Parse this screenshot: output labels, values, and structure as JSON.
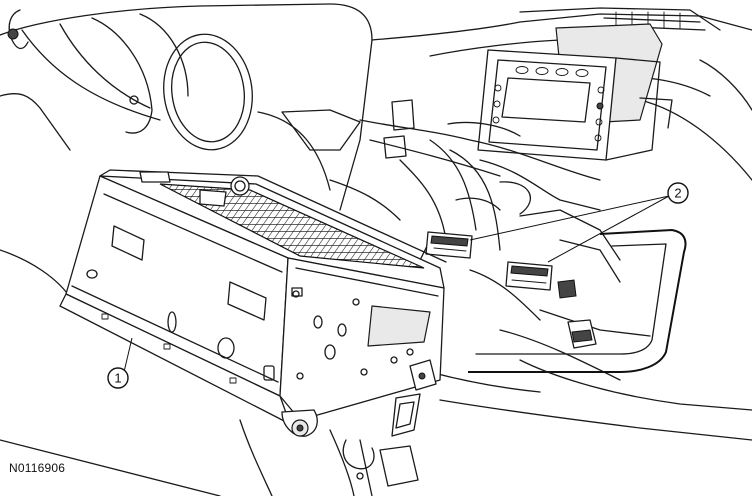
{
  "figure": {
    "reference_code": "N0116906",
    "callouts": [
      {
        "label": "1"
      },
      {
        "label": "2"
      }
    ]
  }
}
